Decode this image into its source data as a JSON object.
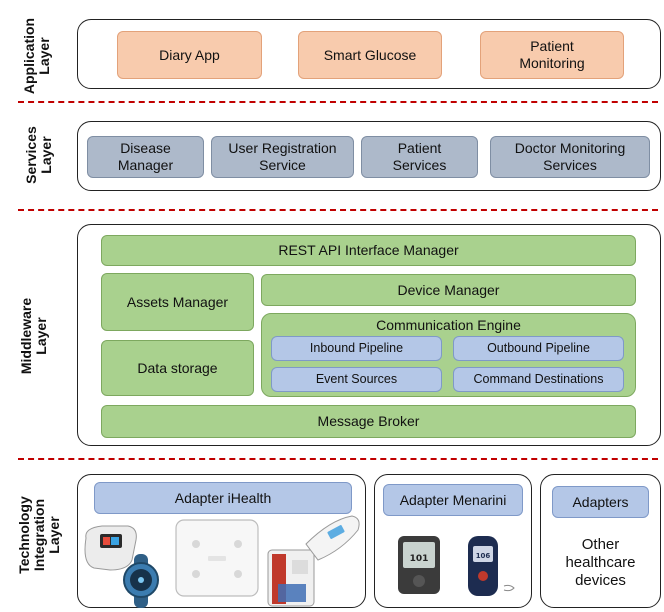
{
  "layers": {
    "application": "Application\nLayer",
    "services": "Services\nLayer",
    "middleware": "Middleware\nLayer",
    "technology": "Technology\nIntegration\nLayer"
  },
  "application": {
    "diary_app": "Diary App",
    "smart_glucose": "Smart Glucose",
    "patient_monitoring": "Patient\nMonitoring"
  },
  "services": {
    "disease_manager": "Disease\nManager",
    "user_registration": "User Registration\nService",
    "patient_services": "Patient\nServices",
    "doctor_monitoring": "Doctor Monitoring\nServices"
  },
  "middleware": {
    "rest_api": "REST API Interface Manager",
    "assets_manager": "Assets Manager",
    "device_manager": "Device Manager",
    "data_storage": "Data storage",
    "communication_engine": "Communication Engine",
    "inbound_pipeline": "Inbound Pipeline",
    "outbound_pipeline": "Outbound Pipeline",
    "event_sources": "Event Sources",
    "command_destinations": "Command Destinations",
    "message_broker": "Message Broker"
  },
  "technology": {
    "adapter_ihealth": "Adapter iHealth",
    "adapter_menarini": "Adapter Menarini",
    "adapters": "Adapters",
    "other_devices": "Other\nhealthcare\ndevices"
  },
  "devices": {
    "glucometer_reading_1": "101",
    "glucometer_reading_2": "106"
  },
  "colors": {
    "divider": "#c00000",
    "application_box": "#f8cbad",
    "services_box": "#adb9ca",
    "middleware_box": "#a9d18e",
    "adapter_box": "#b4c7e7"
  }
}
